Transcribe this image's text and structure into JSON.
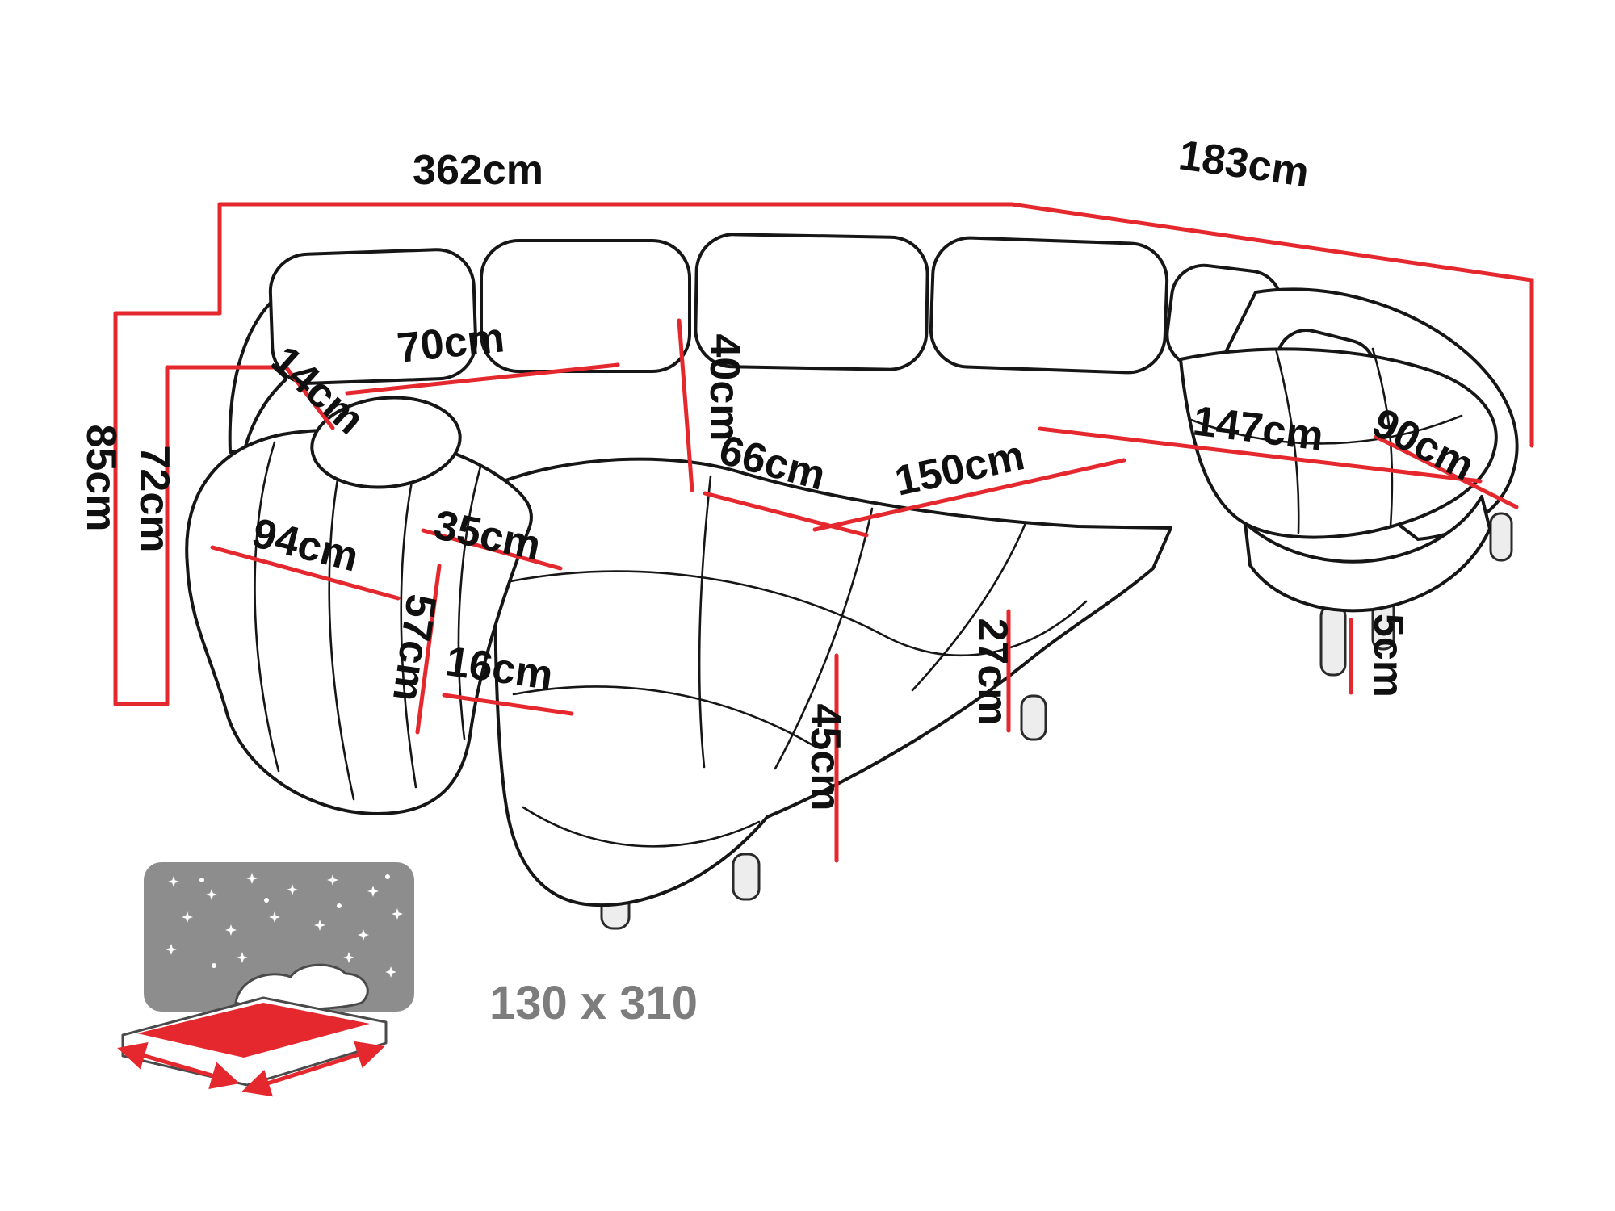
{
  "dimensions": {
    "total_width": "362cm",
    "total_depth": "183cm",
    "back_cushion_width": "70cm",
    "back_corner_width": "14cm",
    "backrest_cushion_height": "40cm",
    "seat_depth": "66cm",
    "seat_width": "150cm",
    "right_chaise_length": "147cm",
    "right_chaise_width": "90cm",
    "total_height": "85cm",
    "backrest_height": "72cm",
    "left_arm_length": "94cm",
    "left_arm_width": "35cm",
    "left_arm_height": "57cm",
    "arm_base_width": "16cm",
    "seat_height": "45cm",
    "seat_cushion_thickness": "27cm",
    "leg_height": "5cm"
  },
  "sleeping_area": {
    "label": "130 x 310"
  },
  "colors": {
    "dimension_line": "#e5282d",
    "text": "#101010",
    "icon_gray": "#8d8d8d",
    "icon_red": "#e5282d",
    "sleep_label_gray": "#7d7d7d",
    "outline": "#161616",
    "background": "#ffffff"
  }
}
